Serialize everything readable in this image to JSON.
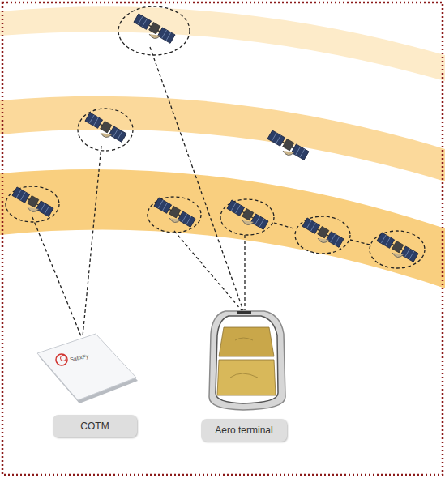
{
  "diagram": {
    "nodes": [
      {
        "text": [
          "COTM"
        ]
      },
      {
        "text": [
          "Aero terminal"
        ]
      }
    ],
    "labels": [
      "SatixFy"
    ]
  }
}
